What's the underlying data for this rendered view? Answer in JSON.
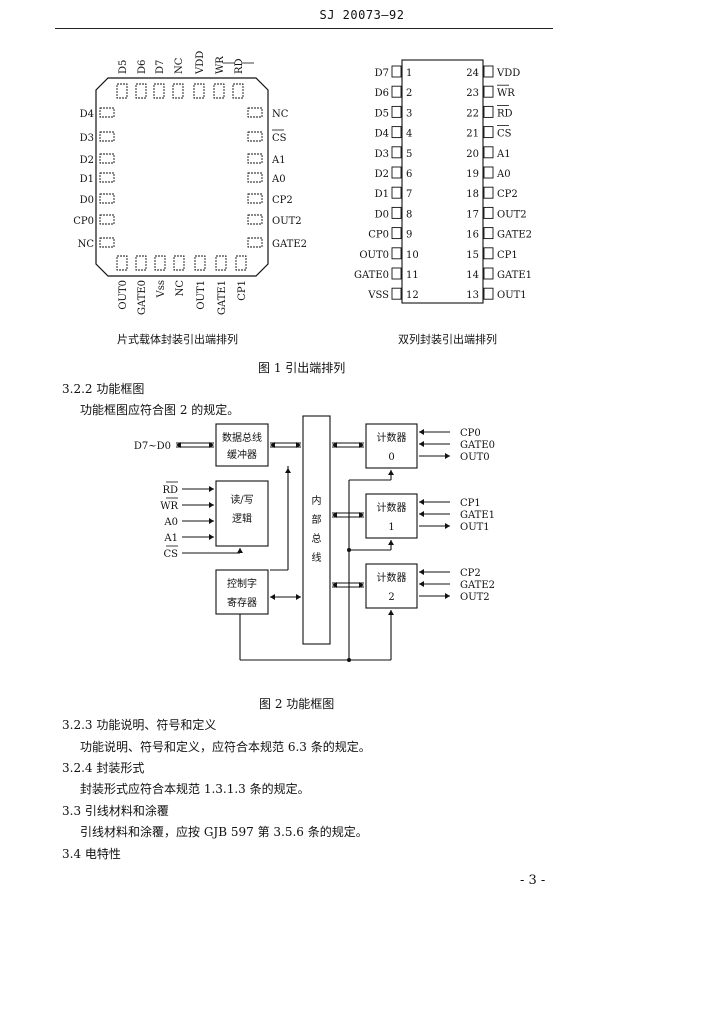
{
  "header": {
    "code": "SJ 20073—92"
  },
  "figure1": {
    "plcc": {
      "caption": "片式载体封装引出端排列",
      "top_pins": [
        "D5",
        "D6",
        "D7",
        "NC",
        "VDD",
        "WR",
        "RD"
      ],
      "left_pins": [
        "D4",
        "D3",
        "D2",
        "D1",
        "D0",
        "CP0",
        "NC"
      ],
      "right_pins": [
        "NC",
        "CS",
        "A1",
        "A0",
        "CP2",
        "OUT2",
        "GATE2"
      ],
      "bottom_pins": [
        "OUT0",
        "GATE0",
        "Vss",
        "NC",
        "OUT1",
        "GATE1",
        "CP1"
      ]
    },
    "dip": {
      "caption": "双列封装引出端排列",
      "left": [
        {
          "name": "D7",
          "num": "1"
        },
        {
          "name": "D6",
          "num": "2"
        },
        {
          "name": "D5",
          "num": "3"
        },
        {
          "name": "D4",
          "num": "4"
        },
        {
          "name": "D3",
          "num": "5"
        },
        {
          "name": "D2",
          "num": "6"
        },
        {
          "name": "D1",
          "num": "7"
        },
        {
          "name": "D0",
          "num": "8"
        },
        {
          "name": "CP0",
          "num": "9"
        },
        {
          "name": "OUT0",
          "num": "10"
        },
        {
          "name": "GATE0",
          "num": "11"
        },
        {
          "name": "VSS",
          "num": "12"
        }
      ],
      "right": [
        {
          "name": "VDD",
          "num": "24"
        },
        {
          "name": "WR",
          "num": "23"
        },
        {
          "name": "RD",
          "num": "22"
        },
        {
          "name": "CS",
          "num": "21"
        },
        {
          "name": "A1",
          "num": "20"
        },
        {
          "name": "A0",
          "num": "19"
        },
        {
          "name": "CP2",
          "num": "18"
        },
        {
          "name": "OUT2",
          "num": "17"
        },
        {
          "name": "GATE2",
          "num": "16"
        },
        {
          "name": "CP1",
          "num": "15"
        },
        {
          "name": "GATE1",
          "num": "14"
        },
        {
          "name": "OUT1",
          "num": "13"
        }
      ]
    },
    "title": "图 1   引出端排列"
  },
  "sections": {
    "s322_heading": "3.2.2   功能框图",
    "s322_text": "功能框图应符合图 2 的规定。",
    "s323_heading": "3.2.3   功能说明、符号和定义",
    "s323_text": "功能说明、符号和定义，应符合本规范 6.3 条的规定。",
    "s324_heading": "3.2.4   封装形式",
    "s324_text": "封装形式应符合本规范 1.3.1.3 条的规定。",
    "s33_heading": "3.3   引线材料和涂覆",
    "s33_text": "引线材料和涂覆，应按 GJB 597 第 3.5.6 条的规定。",
    "s34_heading": "3.4   电特性"
  },
  "figure2": {
    "title": "图 2   功能框图",
    "data_input": "D7~D0",
    "buffer": [
      "数据总线",
      "缓冲器"
    ],
    "rw_logic": [
      "读/写",
      "逻辑"
    ],
    "ctrl_reg": [
      "控制字",
      "寄存器"
    ],
    "inner_bus": [
      "内",
      "部",
      "总",
      "线"
    ],
    "rw_inputs": [
      "RD",
      "WR",
      "A0",
      "A1",
      "CS"
    ],
    "counters": [
      {
        "label": "计数器",
        "num": "0",
        "cp": "CP0",
        "gate": "GATE0",
        "out": "OUT0"
      },
      {
        "label": "计数器",
        "num": "1",
        "cp": "CP1",
        "gate": "GATE1",
        "out": "OUT1"
      },
      {
        "label": "计数器",
        "num": "2",
        "cp": "CP2",
        "gate": "GATE2",
        "out": "OUT2"
      }
    ]
  },
  "page_number": "- 3 -"
}
